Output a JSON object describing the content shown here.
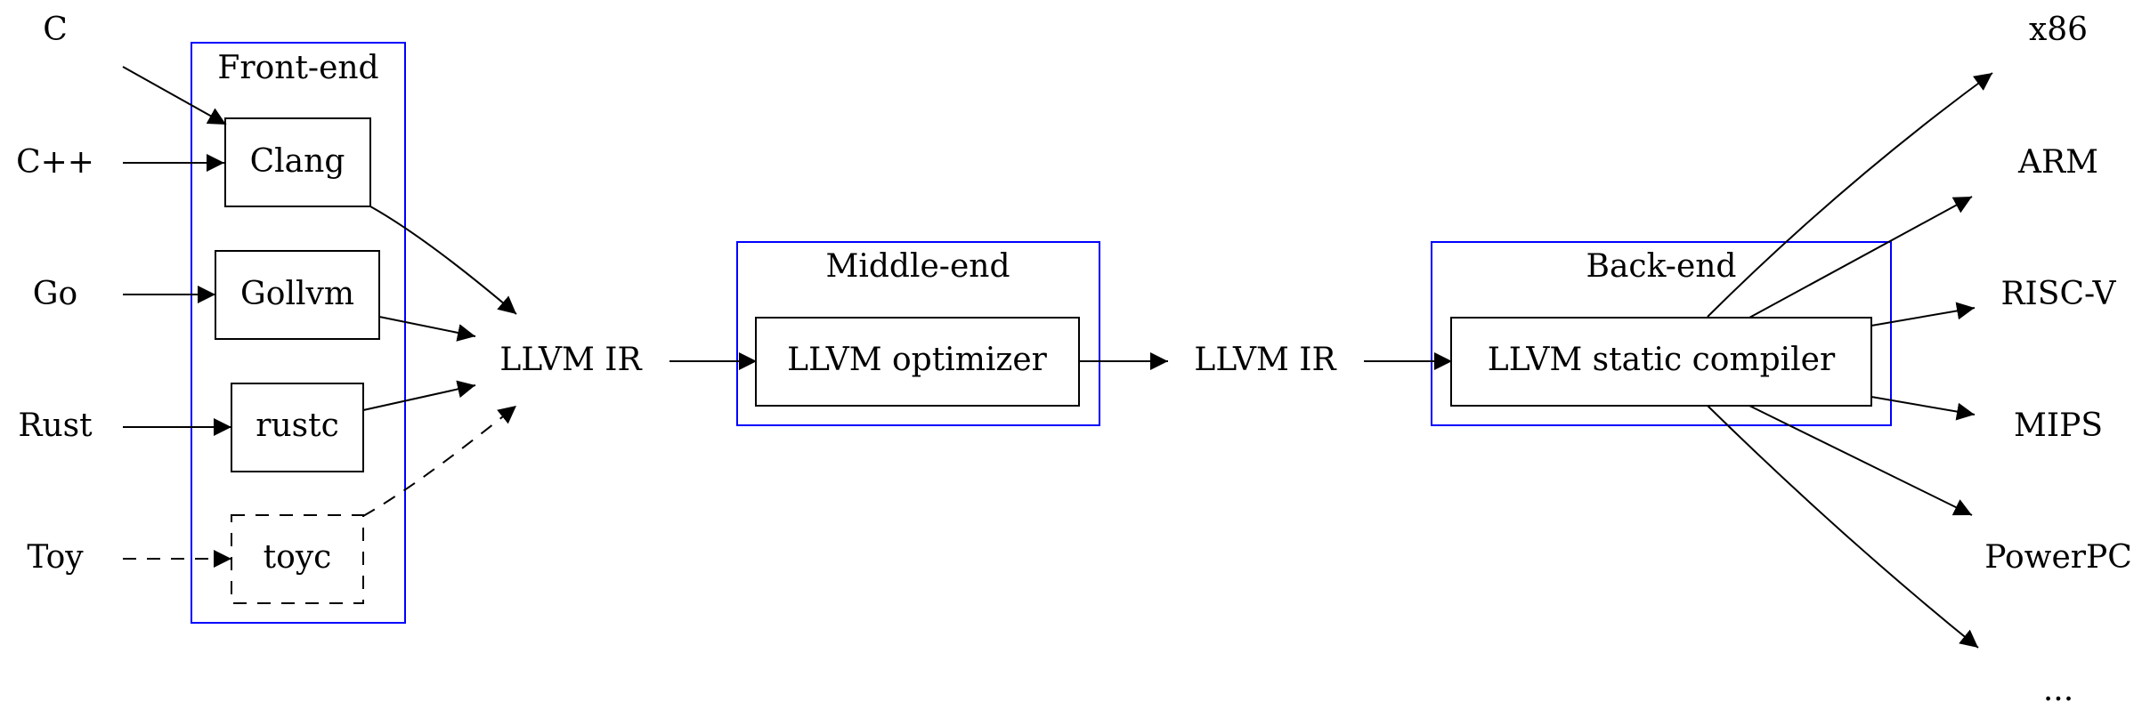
{
  "diagram": {
    "languages": {
      "c": "C",
      "cpp": "C++",
      "go": "Go",
      "rust": "Rust",
      "toy": "Toy"
    },
    "clusters": {
      "frontend": "Front-end",
      "middleend": "Middle-end",
      "backend": "Back-end"
    },
    "frontends": {
      "clang": "Clang",
      "gollvm": "Gollvm",
      "rustc": "rustc",
      "toyc": "toyc"
    },
    "ir_1": "LLVM IR",
    "optimizer": "LLVM optimizer",
    "ir_2": "LLVM IR",
    "static_compiler": "LLVM static compiler",
    "targets": {
      "x86": "x86",
      "arm": "ARM",
      "riscv": "RISC-V",
      "mips": "MIPS",
      "powerpc": "PowerPC",
      "more": "..."
    },
    "colors": {
      "cluster_border": "#0000ff",
      "node_border": "#000000",
      "edge": "#000000"
    }
  }
}
